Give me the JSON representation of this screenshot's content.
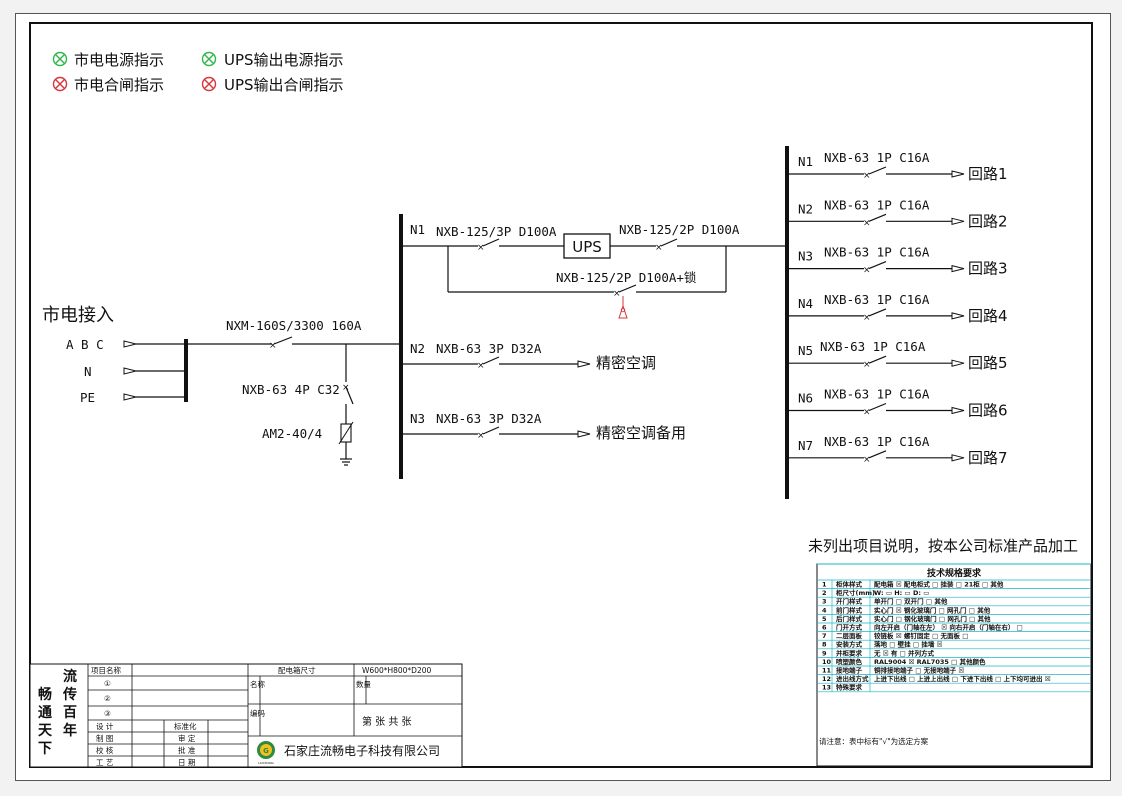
{
  "legend": {
    "mains_power": "市电电源指示",
    "ups_output_power": "UPS输出电源指示",
    "mains_closing": "市电合闸指示",
    "ups_output_closing": "UPS输出合闸指示",
    "green": "#2fb84a",
    "red": "#d9343a"
  },
  "input": {
    "title": "市电接入",
    "phases": "A B C",
    "neutral": "N",
    "earth": "PE",
    "main_breaker": "NXM-160S/3300 160A",
    "spd_breaker": "NXB-63 4P C32",
    "spd": "AM2-40/4"
  },
  "middle_bus": {
    "n1_label": "N1",
    "n1_breaker_in": "NXB-125/3P D100A",
    "ups": "UPS",
    "n1_breaker_out": "NXB-125/2P D100A",
    "bypass_breaker": "NXB-125/2P D100A+锁",
    "n2_label": "N2",
    "n2_breaker": "NXB-63 3P D32A",
    "n2_load": "精密空调",
    "n3_label": "N3",
    "n3_breaker": "NXB-63 3P D32A",
    "n3_load": "精密空调备用"
  },
  "outputs": [
    {
      "id": "N1",
      "breaker": "NXB-63 1P C16A",
      "load": "回路1"
    },
    {
      "id": "N2",
      "breaker": "NXB-63 1P C16A",
      "load": "回路2"
    },
    {
      "id": "N3",
      "breaker": "NXB-63 1P C16A",
      "load": "回路3"
    },
    {
      "id": "N4",
      "breaker": "NXB-63 1P C16A",
      "load": "回路4"
    },
    {
      "id": "N5",
      "breaker": "NXB-63 1P C16A",
      "load": "回路5"
    },
    {
      "id": "N6",
      "breaker": "NXB-63 1P C16A",
      "load": "回路6"
    },
    {
      "id": "N7",
      "breaker": "NXB-63 1P C16A",
      "load": "回路7"
    }
  ],
  "note": "未列出项目说明，按本公司标准产品加工",
  "tech_spec": {
    "title": "技术规格要求",
    "rows": [
      {
        "n": "1",
        "name": "柜体样式",
        "opts": "配电箱 ☒  配电柜式 □  挂装 □  21柜 □  其他"
      },
      {
        "n": "2",
        "name": "柜尺寸(mm)",
        "opts": "W: ▭  H: ▭  D: ▭"
      },
      {
        "n": "3",
        "name": "开门样式",
        "opts": "单开门 □  双开门 □  其他"
      },
      {
        "n": "4",
        "name": "前门样式",
        "opts": "实心门 ☒  钢化玻璃门 □  网孔门 □  其他"
      },
      {
        "n": "5",
        "name": "后门样式",
        "opts": "实心门 □  钢化玻璃门 □  网孔门 □  其他"
      },
      {
        "n": "6",
        "name": "门开方式",
        "opts": "向左开启（门轴在左） ☒  向右开启（门轴在右） □"
      },
      {
        "n": "7",
        "name": "二层面板",
        "opts": "铰链板 ☒  螺钉固定 □  无面板 □"
      },
      {
        "n": "8",
        "name": "安装方式",
        "opts": "落地 □  壁挂 □  挂墙 ☒"
      },
      {
        "n": "9",
        "name": "并柜要求",
        "opts": "无 ☒  有 □  并列方式"
      },
      {
        "n": "10",
        "name": "喷塑颜色",
        "opts": "RAL9004 ☒  RAL7035 □  其他颜色"
      },
      {
        "n": "11",
        "name": "接地端子",
        "opts": "铜排接地端子 □  无接地端子 ☒"
      },
      {
        "n": "12",
        "name": "进出线方式",
        "opts": "上进下出线 □  上进上出线 □  下进下出线 □  上下均可进出 ☒"
      },
      {
        "n": "13",
        "name": "特殊要求",
        "opts": ""
      }
    ],
    "footnote": "请注意：表中标有\"√\"为选定方案"
  },
  "title_block": {
    "brand_left": "畅通天下",
    "brand_right": "流传百年",
    "project_name": "项目名称",
    "item1": "①",
    "item2": "②",
    "item3": "③",
    "design": "设 计",
    "draw": "制 图",
    "check": "校 核",
    "process": "工 艺",
    "standardize": "标准化",
    "review": "审 定",
    "approve": "批 准",
    "date": "日 期",
    "box_size_label": "配电箱尺寸",
    "box_size_value": "W600*H800*D200",
    "name_label": "名称",
    "code_label": "编码",
    "qty_label": "数量",
    "sheet_text": "第    张 共    张",
    "company": "石家庄流畅电子科技有限公司",
    "logo_text": "LIUCHANG"
  }
}
